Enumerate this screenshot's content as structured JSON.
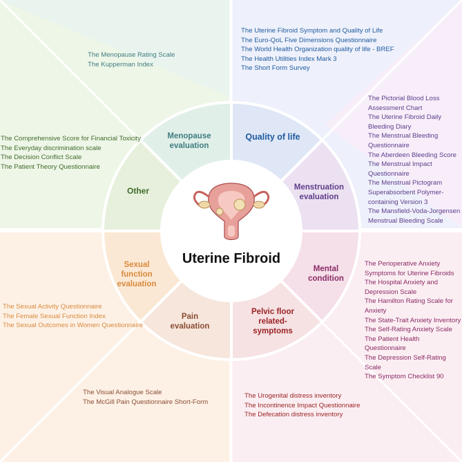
{
  "center": {
    "title": "Uterine Fibroid"
  },
  "colors": {
    "quality_of_life": "#1f5a9e",
    "menstruation": "#5e3d8a",
    "mental": "#8a2b66",
    "pelvic": "#9a2424",
    "pain": "#8a4c32",
    "sexual": "#d98a3e",
    "other": "#3f6b2a",
    "menopause": "#3f7d80"
  },
  "segments": {
    "quality_of_life": "Quality of life",
    "menstruation": "Menstruation evaluation",
    "mental": "Mental condition",
    "pelvic": "Pelvic floor related-symptoms",
    "pain": "Pain evaluation",
    "sexual": "Sexual function evaluation",
    "other": "Other",
    "menopause": "Menopause evaluation"
  },
  "lists": {
    "quality_of_life": [
      "The Uterine Fibroid Symptom and Quality of Life",
      "The Euro-QoL Five Dimensions Questionnaire",
      "The World Health Organization quality of life - BREF",
      "The Health Utilities Index Mark 3",
      "The Short Form Survey"
    ],
    "menstruation": [
      "The Pictorial Blood Loss Assessment Chart",
      "The Uterine Fibroid Daily Bleeding Diary",
      "The Menstrual Bleeding Questionnaire",
      "The Aberdeen Bleeding Score",
      "The Menstrual Impact Questionnaire",
      "The Menstrual Pictogram Superabsorbent Polymer-containing Version 3",
      "The Mansfield-Voda-Jorgensen Menstrual Bleeding Scale"
    ],
    "mental": [
      "The Perioperative Anxiety Symptoms for Uterine Fibroids",
      "The Hospital Anxiety and Depression Scale",
      "The Hamilton Rating Scale for Anxiety",
      "The State-Trait Anxiety Inventory",
      "The Self-Rating Anxiety Scale",
      "The Patient Health Questionnaire",
      "The Depression Self-Rating Scale",
      "The Symptom Checklist 90"
    ],
    "pelvic": [
      "The Urogenital distress inventory",
      "The Incontinence Impact Questionnaire",
      "The Defecation distress inventory"
    ],
    "pain": [
      "The Visual Analogue Scale",
      "The McGill Pain Questionnaire Short-Form"
    ],
    "sexual": [
      "The Sexual Activity Questionnaire",
      "The Female Sexual Function Index",
      "The Sexual Outcomes in Women Questionnaire"
    ],
    "other": [
      "The Comprehensive Score for Financial Toxicity",
      "The Everyday discrimination scale",
      "The Decision Conflict Scale",
      "The Patient Theory Questionnaire"
    ],
    "menopause": [
      "The Menopause Rating Scale",
      "The Kupperman Index"
    ]
  }
}
